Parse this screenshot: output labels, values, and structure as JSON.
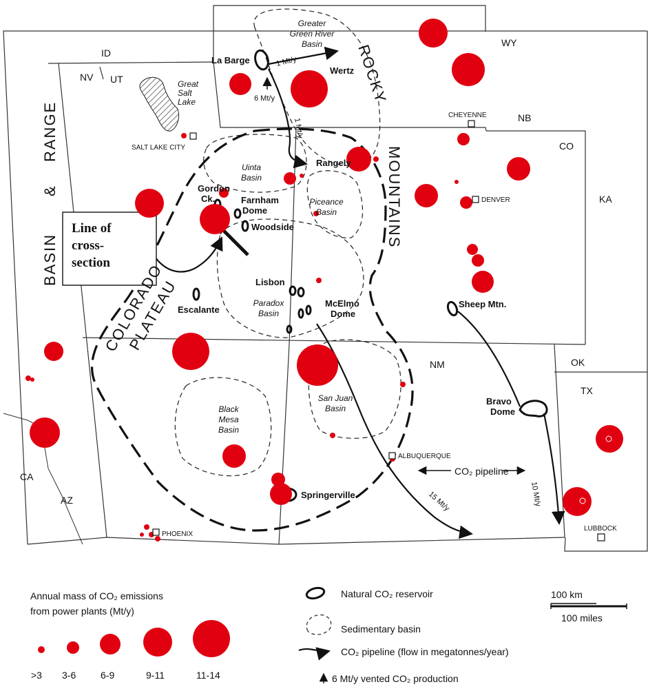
{
  "states": [
    "ID",
    "NV",
    "UT",
    "WY",
    "NB",
    "CO",
    "KA",
    "OK",
    "TX",
    "NM",
    "CA",
    "AZ"
  ],
  "cities": [
    "SALT LAKE CITY",
    "CHEYENNE",
    "DENVER",
    "ALBUQUERQUE",
    "PHOENIX",
    "LUBBOCK"
  ],
  "regions": {
    "basin_range_1": "BASIN",
    "basin_range_amp": "&",
    "basin_range_2": "RANGE",
    "rocky": "ROCKY",
    "mountains": "MOUNTAINS",
    "colorado": "COLORADO",
    "plateau": "PLATEAU"
  },
  "lake": [
    "Great",
    "Salt",
    "Lake"
  ],
  "basins": {
    "green_river": [
      "Greater",
      "Green River",
      "Basin"
    ],
    "uinta": [
      "Uinta",
      "Basin"
    ],
    "piceance": [
      "Piceance",
      "Basin"
    ],
    "paradox": [
      "Paradox",
      "Basin"
    ],
    "san_juan": [
      "San Juan",
      "Basin"
    ],
    "black_mesa": [
      "Black",
      "Mesa",
      "Basin"
    ]
  },
  "reservoirs": {
    "la_barge": "La Barge",
    "wertz": "Wertz",
    "rangely": "Rangely",
    "gordon": [
      "Gordon",
      "Ck."
    ],
    "farnham": [
      "Farnham",
      "Dome"
    ],
    "woodside": "Woodside",
    "lisbon": "Lisbon",
    "mcelmo": [
      "McElmo",
      "Dome"
    ],
    "escalante": "Escalante",
    "sheep": "Sheep Mtn.",
    "bravo": [
      "Bravo",
      "Dome"
    ],
    "springerville": "Springerville"
  },
  "flows": {
    "wy_east": "1 Mt/y",
    "vented": "6 Mt/y",
    "rangely_line": "1 Mt/y",
    "sj_line": "15 Mt/y",
    "bravo_line": "10 Mt/y"
  },
  "pipeline_label": "CO₂ pipeline",
  "cross_section": [
    "Line of",
    "cross-",
    "section"
  ],
  "legend": {
    "title_line1": "Annual mass of CO₂ emissions",
    "title_line2": "from power plants (Mt/y)",
    "size_classes": [
      ">3",
      "3-6",
      "6-9",
      "9-11",
      "11-14"
    ],
    "symbols": [
      "Natural CO₂ reservoir",
      "Sedimentary basin",
      "CO₂ pipeline (flow in megatonnes/year)",
      "6 Mt/y vented CO₂ production"
    ],
    "scale_km": "100 km",
    "scale_miles": "100 miles"
  },
  "colors": {
    "plant": "#e00010",
    "line": "#111111"
  }
}
